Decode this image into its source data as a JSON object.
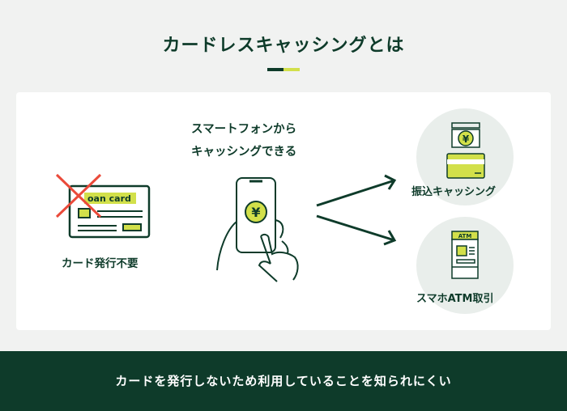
{
  "title": "カードレスキャッシングとは",
  "colors": {
    "dark": "#0e3b2a",
    "accent": "#d2e04a",
    "cross": "#ea4a3a"
  },
  "left": {
    "card_text": "oan card",
    "label": "カード発行不要"
  },
  "center": {
    "line1": "スマートフォンから",
    "line2": "キャッシングできる",
    "yen": "¥"
  },
  "right": [
    {
      "label": "振込キャッシング",
      "yen": "¥"
    },
    {
      "label": "スマホATM取引",
      "atm": "ATM"
    }
  ],
  "footer": "カードを発行しないため利用していることを知られにくい"
}
